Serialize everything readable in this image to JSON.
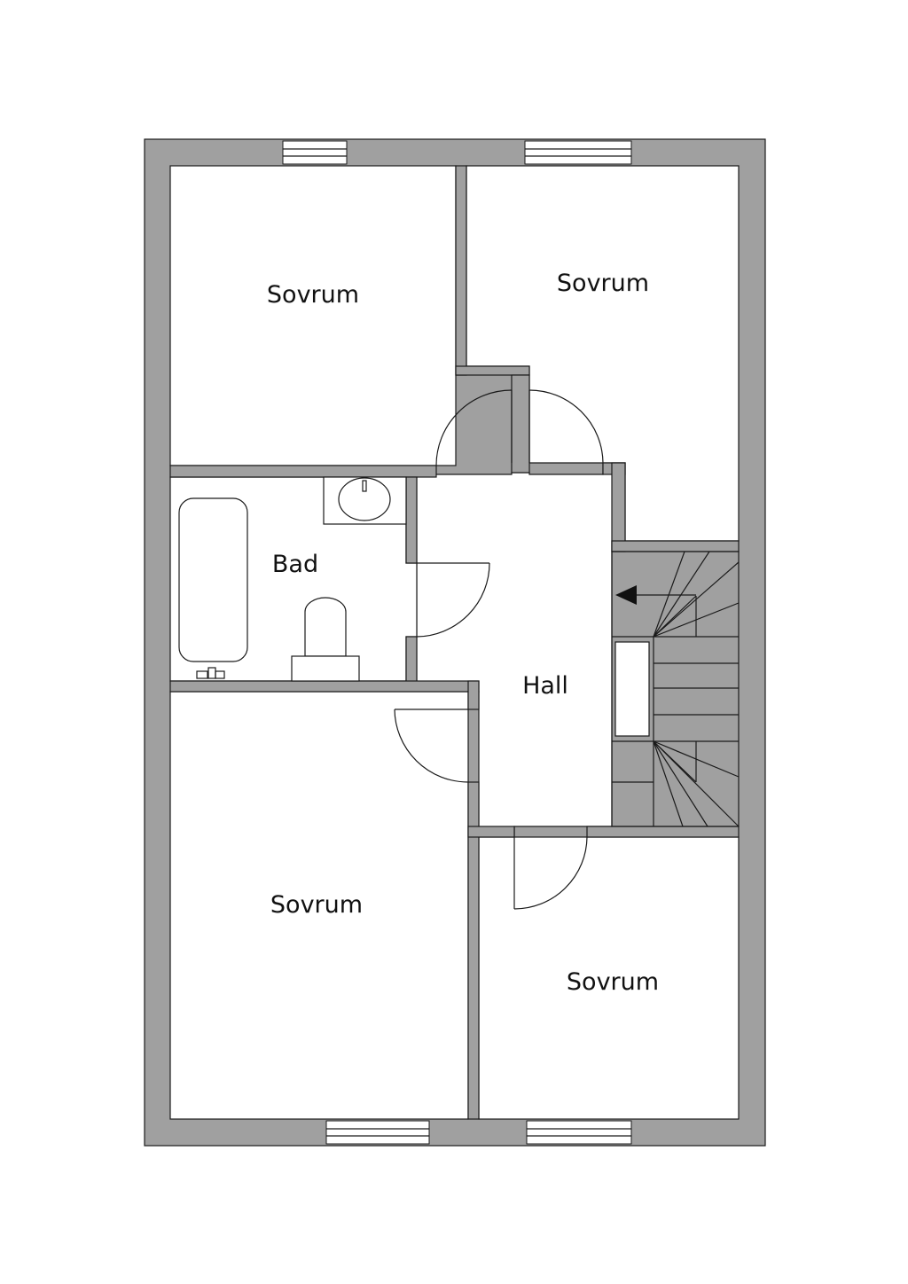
{
  "floorplan": {
    "rooms": {
      "bedroom_top_left": "Sovrum",
      "bedroom_top_right": "Sovrum",
      "bathroom": "Bad",
      "hall": "Hall",
      "bedroom_bottom_left": "Sovrum",
      "bedroom_bottom_right": "Sovrum"
    },
    "colors": {
      "wall": "#a0a0a0",
      "floor": "#ffffff",
      "line": "#1a1a1a"
    },
    "icons": [
      "bathtub-icon",
      "sink-icon",
      "toilet-icon",
      "faucet-icon",
      "staircase-icon",
      "direction-arrow-icon",
      "door-swing-icon",
      "window-icon"
    ]
  }
}
